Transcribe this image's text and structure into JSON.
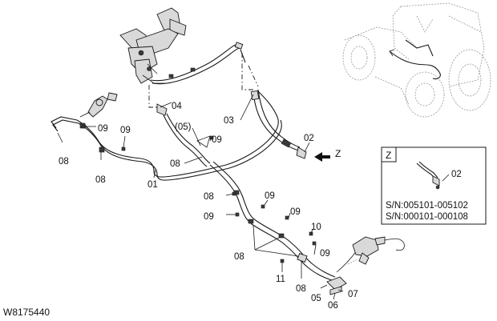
{
  "figure_id": "W8175440",
  "callouts": {
    "c01": "01",
    "c02": "02",
    "c03": "03",
    "c04": "04",
    "c05p": "(05)",
    "c05": "05",
    "c06": "06",
    "c07": "07",
    "c08a": "08",
    "c08b": "08",
    "c08c": "08",
    "c08d": "08",
    "c08e": "08",
    "c08f": "08",
    "c09a": "09",
    "c09b": "09",
    "c09c": "09",
    "c09d": "09",
    "c09e": "09",
    "c09f": "09",
    "c09g": "09",
    "c10": "10",
    "c11": "11"
  },
  "view_arrow": {
    "label": "Z"
  },
  "detail": {
    "title": "Z",
    "callout": "02",
    "serial_ranges": [
      "S/N:005101-005102",
      "S/N:000101-000108"
    ]
  }
}
